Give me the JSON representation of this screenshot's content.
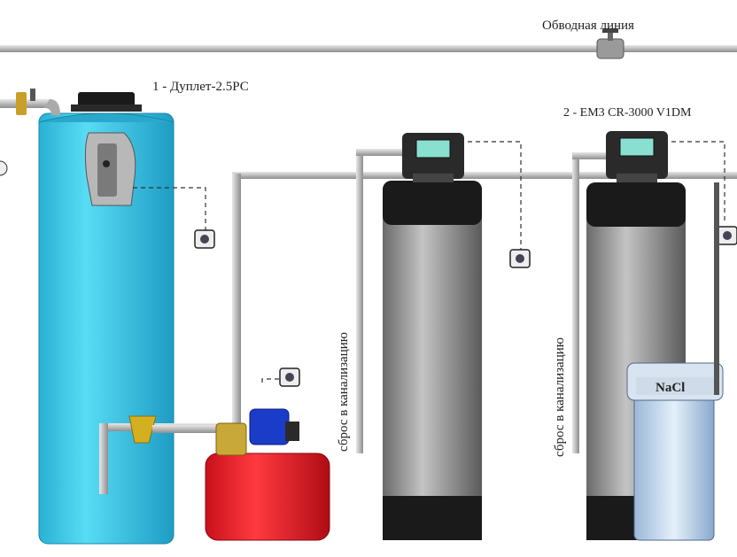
{
  "labels": {
    "bypass_line": "Обводная линия",
    "tank_label": "1 - Дуплет-2.5РС",
    "filter_label": "2 - EM3 CR-3000 V1DM",
    "drain_1": "сброс в канализацию",
    "drain_2": "сброс в канализацию",
    "salt_label": "NaCl"
  },
  "colors": {
    "pipe": "#bdbdbd",
    "tank": "#38c8e8",
    "pump_tank": "#e8202a",
    "pump_motor": "#1a3cc8",
    "filter_body": "#9a9a9a",
    "filter_cap": "#1a1a1a",
    "brine": "#b8d0e8"
  },
  "icons": [
    "valve-icon",
    "gauge-icon",
    "control-head-icon"
  ]
}
